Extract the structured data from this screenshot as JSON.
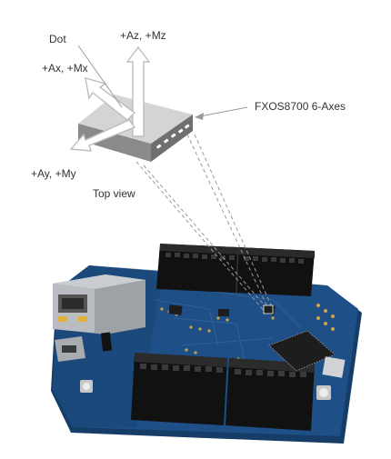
{
  "labels": {
    "dot": "Dot",
    "az_mz": "+Az, +Mz",
    "ax_mx": "+Ax, +Mx",
    "ay_my": "+Ay, +My",
    "sensor": "FXOS8700 6-Axes",
    "view": "Top view"
  },
  "colors": {
    "board": "#1e4f86",
    "board_edge": "#163d68",
    "header": "#1a1a1a",
    "chip_light": "#d4d4d4",
    "chip_dark": "#6f6f6f",
    "axis_arrow": "#c8c8c8",
    "leader": "#9a9a9a",
    "ethernet": "#b9bcc0"
  }
}
